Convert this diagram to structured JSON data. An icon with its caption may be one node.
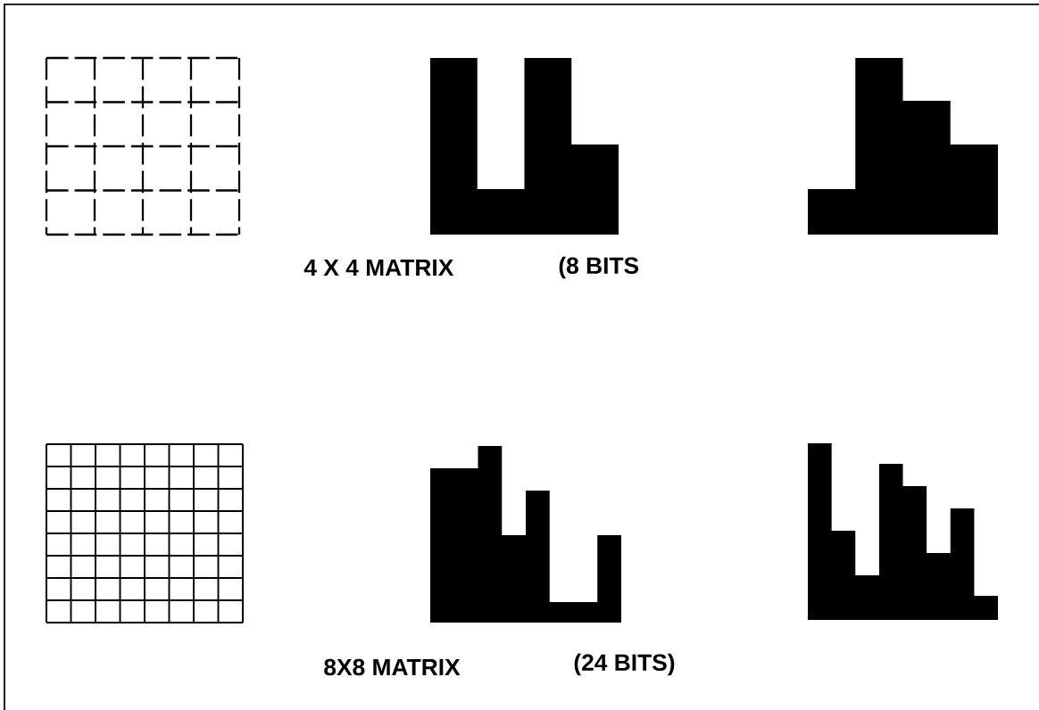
{
  "diagram": {
    "labels": [
      "4 X 4 MATRIX",
      "(8 BITS",
      "8X8 MATRIX",
      "(24 BITS)"
    ]
  }
}
